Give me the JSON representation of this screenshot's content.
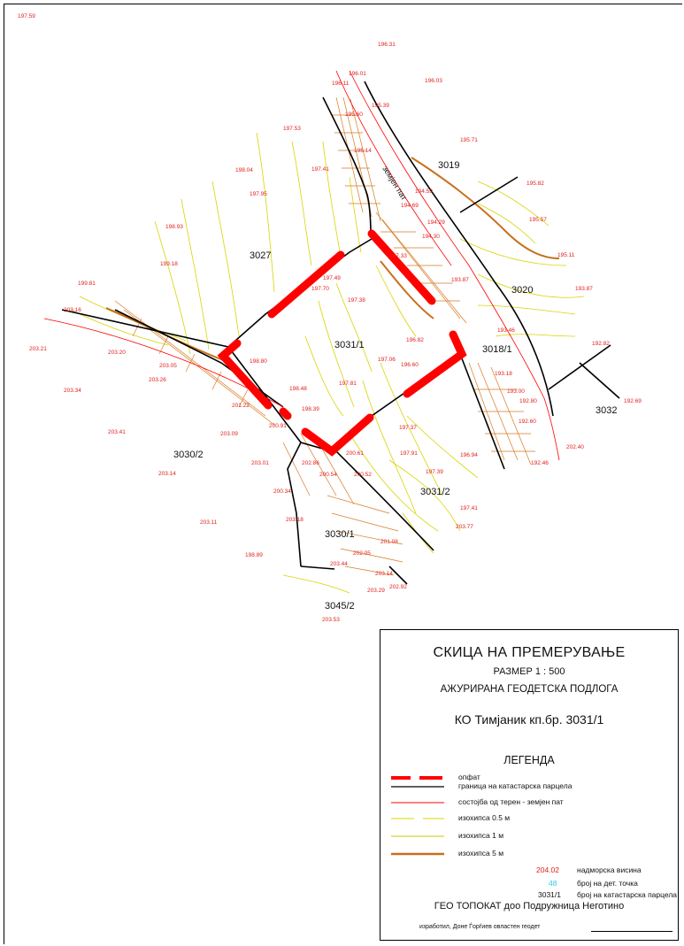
{
  "title_block": {
    "title": "СКИЦА НА ПРЕМЕРУВАЊЕ",
    "scale": "РАЗМЕР 1 : 500",
    "subtitle": "АЖУРИРАНА ГЕОДЕТСКА ПОДЛОГА",
    "ko": "КО Тимјаник кп.бр. 3031/1",
    "legend_title": "ЛЕГЕНДА",
    "legend": [
      {
        "key": "opfat",
        "label": "опфат",
        "color": "#ff0000"
      },
      {
        "key": "parcel-border",
        "label": "граница на катастарска парцела",
        "color": "#000000"
      },
      {
        "key": "road",
        "label": "состојба од терен - земјен пат",
        "color": "#ff0000"
      },
      {
        "key": "contour-05",
        "label": "изохипса 0.5 м",
        "color": "#d8d400"
      },
      {
        "key": "contour-1",
        "label": "изохипса 1 м",
        "color": "#c8c400"
      },
      {
        "key": "contour-5",
        "label": "изохипса 5 м",
        "color": "#c8701a"
      }
    ],
    "legend_points": [
      {
        "sample": "204.02",
        "label": "надморска висина",
        "color": "#e0201e"
      },
      {
        "sample": "48",
        "label": "број на дет. точка",
        "color": "#2ecbe0"
      },
      {
        "sample": "3031/1",
        "label": "број на катастарска парцела",
        "color": "#111111"
      }
    ],
    "company": "ГЕО ТОПОКАТ доо Подружница Неготино",
    "signature": "изработил, Доне Ѓорѓиев овластен геодет"
  },
  "map": {
    "colors": {
      "opfat": "#ff0000",
      "border": "#000000",
      "road": "#ff0000",
      "contour": "#d9d400",
      "contour5": "#c8701a",
      "point_no": "#2ecbe0"
    },
    "road_label": "земјен пат",
    "parcels": [
      "3027",
      "3031/1",
      "3019",
      "3020",
      "3018/1",
      "3032",
      "3030/2",
      "3030/1",
      "3031/2",
      "3045/2"
    ],
    "elevations": [
      "196.31",
      "196.01",
      "196.03",
      "196.11",
      "195.39",
      "195.60",
      "197.53",
      "195.71",
      "195.14",
      "197.41",
      "198.04",
      "197.95",
      "194.59",
      "195.82",
      "194.69",
      "194.29",
      "195.57",
      "198.93",
      "194.30",
      "195.11",
      "199.18",
      "197.33",
      "193.87",
      "193.87",
      "199.81",
      "197.49",
      "197.70",
      "197.38",
      "203.16",
      "193.46",
      "203.21",
      "196.82",
      "193.18",
      "192.82",
      "203.20",
      "196.60",
      "203.05",
      "197.06",
      "203.26",
      "198.80",
      "197.81",
      "193.00",
      "192.80",
      "192.69",
      "203.34",
      "198.48",
      "201.22",
      "198.39",
      "203.41",
      "200.91",
      "197.37",
      "196.94",
      "203.09",
      "200.61",
      "197.91",
      "192.60",
      "192.46",
      "202.40",
      "203.01",
      "202.86",
      "200.54",
      "200.52",
      "197.39",
      "203.14",
      "200.34",
      "197.41",
      "203.11",
      "203.18",
      "201.08",
      "202.05",
      "198.89",
      "203.44",
      "203.14",
      "202.92",
      "203.29",
      "203.53",
      "203.77",
      "197.59"
    ]
  }
}
